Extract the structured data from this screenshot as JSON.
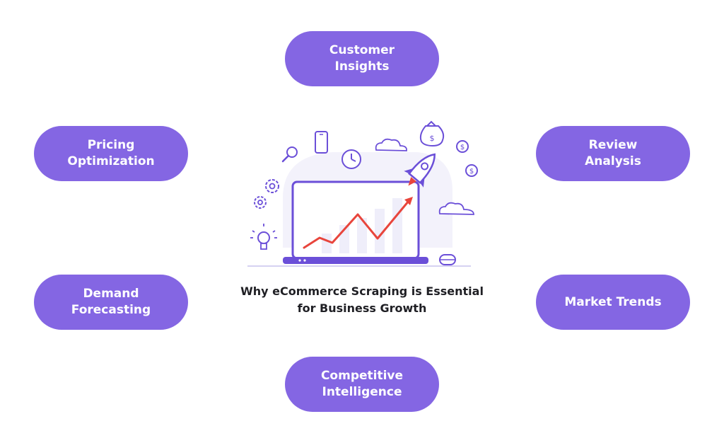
{
  "title_lines": [
    "Why eCommerce Scraping is Essential",
    "for Business Growth"
  ],
  "nodes": {
    "top": {
      "lines": [
        "Customer",
        "Insights"
      ]
    },
    "left_top": {
      "lines": [
        "Pricing",
        "Optimization"
      ]
    },
    "right_top": {
      "lines": [
        "Review",
        "Analysis"
      ]
    },
    "left_bottom": {
      "lines": [
        "Demand",
        "Forecasting"
      ]
    },
    "right_bottom": {
      "lines": [
        "Market Trends"
      ]
    },
    "bottom": {
      "lines": [
        "Competitive",
        "Intelligence"
      ]
    }
  },
  "illustration": {
    "icons": [
      "laptop-icon",
      "rocket-icon",
      "money-bag-icon",
      "dollar-coin-icon",
      "clock-icon",
      "smartphone-icon",
      "magnifier-icon",
      "gear-icon",
      "lightbulb-icon",
      "cloud-icon",
      "mouse-icon"
    ],
    "currency_symbol": "$"
  },
  "colors": {
    "pill": "#8466e3",
    "pill_text": "#ffffff",
    "title_text": "#1f1f24",
    "icon_stroke": "#6b4fd8",
    "trend_line": "#e8453c",
    "bar_fill": "#efeefa"
  }
}
